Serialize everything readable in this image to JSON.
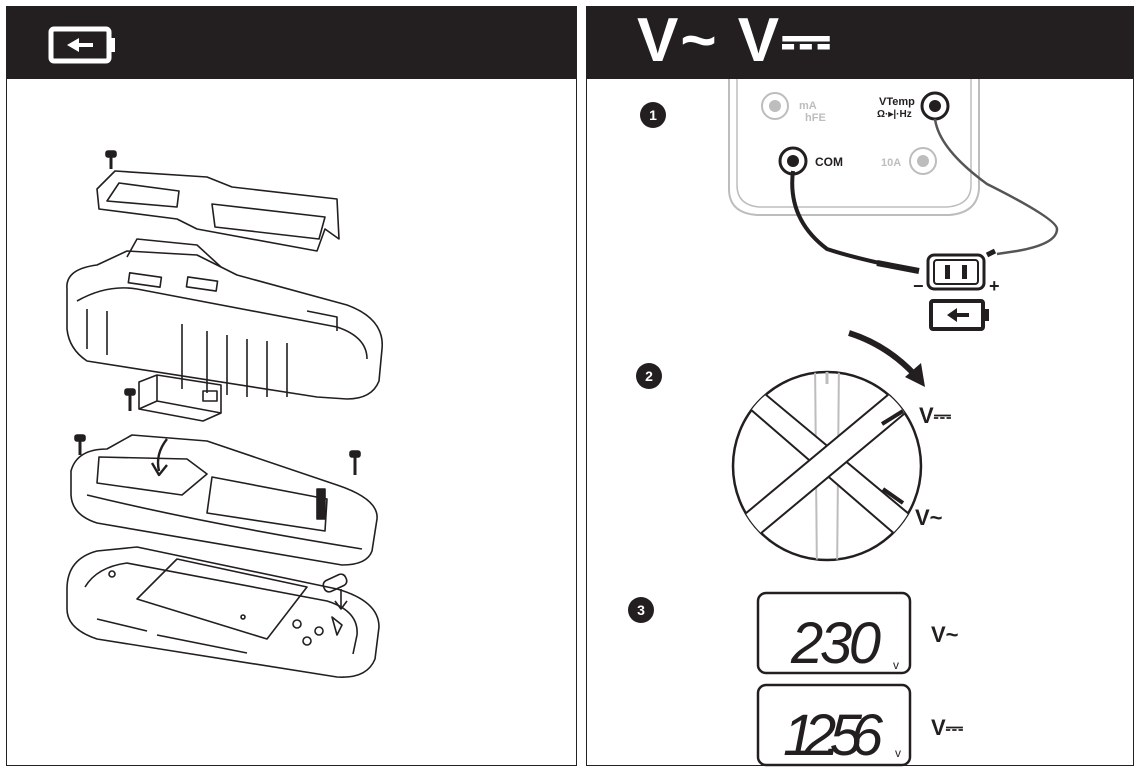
{
  "left_panel": {
    "header_icon": "battery-replace-icon"
  },
  "right_panel": {
    "header_title": "V~ V⎓",
    "steps": [
      {
        "number": "1"
      },
      {
        "number": "2"
      },
      {
        "number": "3"
      }
    ],
    "terminals": {
      "ma": "mA",
      "hfe": "hFE",
      "vtemp": "VTemp",
      "ohm": "Ω·▸|·Hz",
      "com": "COM",
      "a10": "10A"
    },
    "polarity": {
      "minus": "−",
      "plus": "+"
    },
    "dial": {
      "dc_label": "V⎓",
      "ac_label": "V~"
    },
    "displays": [
      {
        "reading": "230",
        "unit": "v",
        "label": "V~"
      },
      {
        "reading": "12.56",
        "unit": "v",
        "label": "V⎓"
      }
    ]
  },
  "colors": {
    "header_bg": "#231f20",
    "ink": "#231f20",
    "ghost": "#bdbdbd"
  }
}
